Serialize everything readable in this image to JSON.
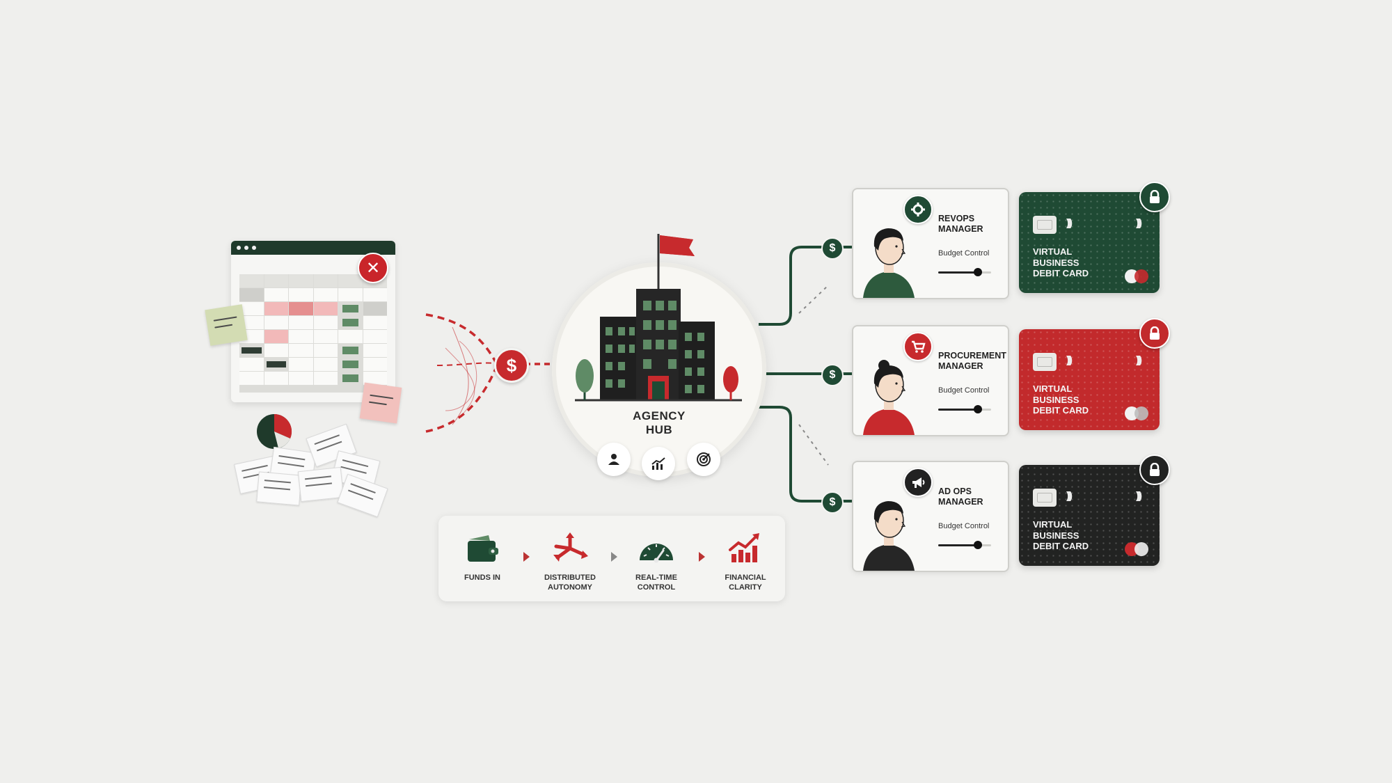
{
  "hub": {
    "title_line1": "AGENCY",
    "title_line2": "HUB"
  },
  "steps": [
    {
      "label_line1": "FUNDS IN",
      "label_line2": "",
      "icon": "wallet-icon"
    },
    {
      "label_line1": "DISTRIBUTED",
      "label_line2": "AUTONOMY",
      "icon": "split-arrows-icon"
    },
    {
      "label_line1": "REAL-TIME",
      "label_line2": "CONTROL",
      "icon": "gauge-icon"
    },
    {
      "label_line1": "FINANCIAL",
      "label_line2": "CLARITY",
      "icon": "growth-chart-icon"
    }
  ],
  "roles": [
    {
      "title_line1": "REVOPS",
      "title_line2": "MANAGER",
      "budget_label": "Budget Control",
      "budget_level": 0.75,
      "badge_icon": "gear-icon",
      "badge_color": "#1f4a34",
      "shirt_color": "#2d5a3d"
    },
    {
      "title_line1": "PROCUREMENT",
      "title_line2": "MANAGER",
      "budget_label": "Budget Control",
      "budget_level": 0.75,
      "badge_icon": "cart-icon",
      "badge_color": "#c72a2d",
      "shirt_color": "#c72a2d"
    },
    {
      "title_line1": "AD OPS",
      "title_line2": "MANAGER",
      "budget_label": "Budget Control",
      "budget_level": 0.75,
      "badge_icon": "megaphone-icon",
      "badge_color": "#222222",
      "shirt_color": "#262626"
    }
  ],
  "cards": [
    {
      "line1": "VIRTUAL",
      "line2": "BUSINESS",
      "line3": "DEBIT CARD",
      "color": "#1f4a34"
    },
    {
      "line1": "VIRTUAL",
      "line2": "BUSINESS",
      "line3": "DEBIT CARD",
      "color": "#c22a2c"
    },
    {
      "line1": "VIRTUAL",
      "line2": "BUSINESS",
      "line3": "DEBIT CARD",
      "color": "#222322"
    }
  ],
  "symbols": {
    "dollar": "$",
    "close": "✕"
  },
  "colors": {
    "green": "#1f4a34",
    "red": "#c72a2d",
    "black": "#222222",
    "background": "#efefed"
  }
}
